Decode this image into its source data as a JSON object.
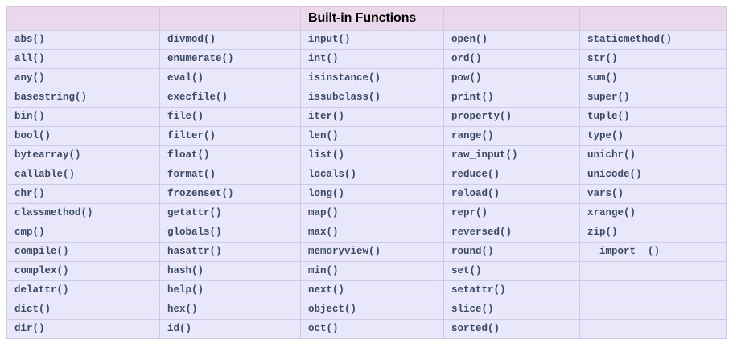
{
  "page": {
    "background": "#ffffff",
    "table_border_color": "#cfc9e8",
    "header_background": "#ead8ec",
    "cell_background": "#e9e7fa",
    "cell_text_color": "#3a4a66",
    "title_text_color": "#000000"
  },
  "table": {
    "title": "Built-in Functions",
    "title_column_index": 2,
    "column_count": 5,
    "row_count": 16,
    "header_cells": [
      "",
      "",
      "Built-in Functions",
      "",
      ""
    ],
    "columns": [
      {
        "index": 0,
        "items": [
          "abs()",
          "all()",
          "any()",
          "basestring()",
          "bin()",
          "bool()",
          "bytearray()",
          "callable()",
          "chr()",
          "classmethod()",
          "cmp()",
          "compile()",
          "complex()",
          "delattr()",
          "dict()",
          "dir()"
        ]
      },
      {
        "index": 1,
        "items": [
          "divmod()",
          "enumerate()",
          "eval()",
          "execfile()",
          "file()",
          "filter()",
          "float()",
          "format()",
          "frozenset()",
          "getattr()",
          "globals()",
          "hasattr()",
          "hash()",
          "help()",
          "hex()",
          "id()"
        ]
      },
      {
        "index": 2,
        "items": [
          "input()",
          "int()",
          "isinstance()",
          "issubclass()",
          "iter()",
          "len()",
          "list()",
          "locals()",
          "long()",
          "map()",
          "max()",
          "memoryview()",
          "min()",
          "next()",
          "object()",
          "oct()"
        ]
      },
      {
        "index": 3,
        "items": [
          "open()",
          "ord()",
          "pow()",
          "print()",
          "property()",
          "range()",
          "raw_input()",
          "reduce()",
          "reload()",
          "repr()",
          "reversed()",
          "round()",
          "set()",
          "setattr()",
          "slice()",
          "sorted()"
        ]
      },
      {
        "index": 4,
        "items": [
          "staticmethod()",
          "str()",
          "sum()",
          "super()",
          "tuple()",
          "type()",
          "unichr()",
          "unicode()",
          "vars()",
          "xrange()",
          "zip()",
          "__import__()",
          "",
          "",
          "",
          ""
        ]
      }
    ],
    "rows": [
      [
        "abs()",
        "divmod()",
        "input()",
        "open()",
        "staticmethod()"
      ],
      [
        "all()",
        "enumerate()",
        "int()",
        "ord()",
        "str()"
      ],
      [
        "any()",
        "eval()",
        "isinstance()",
        "pow()",
        "sum()"
      ],
      [
        "basestring()",
        "execfile()",
        "issubclass()",
        "print()",
        "super()"
      ],
      [
        "bin()",
        "file()",
        "iter()",
        "property()",
        "tuple()"
      ],
      [
        "bool()",
        "filter()",
        "len()",
        "range()",
        "type()"
      ],
      [
        "bytearray()",
        "float()",
        "list()",
        "raw_input()",
        "unichr()"
      ],
      [
        "callable()",
        "format()",
        "locals()",
        "reduce()",
        "unicode()"
      ],
      [
        "chr()",
        "frozenset()",
        "long()",
        "reload()",
        "vars()"
      ],
      [
        "classmethod()",
        "getattr()",
        "map()",
        "repr()",
        "xrange()"
      ],
      [
        "cmp()",
        "globals()",
        "max()",
        "reversed()",
        "zip()"
      ],
      [
        "compile()",
        "hasattr()",
        "memoryview()",
        "round()",
        "__import__()"
      ],
      [
        "complex()",
        "hash()",
        "min()",
        "set()",
        ""
      ],
      [
        "delattr()",
        "help()",
        "next()",
        "setattr()",
        ""
      ],
      [
        "dict()",
        "hex()",
        "object()",
        "slice()",
        ""
      ],
      [
        "dir()",
        "id()",
        "oct()",
        "sorted()",
        ""
      ]
    ]
  }
}
